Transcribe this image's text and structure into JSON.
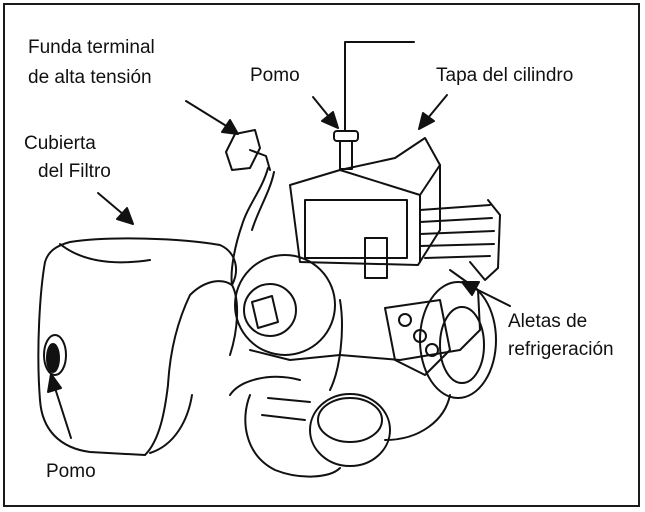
{
  "labels": {
    "boot": [
      "Funda terminal",
      "de alta tensión"
    ],
    "knob_top": "Pomo",
    "cylinder_cover": "Tapa del cilindro",
    "filter_cover": [
      "Cubierta",
      "del Filtro"
    ],
    "cooling_fins": [
      "Aletas de",
      "refrigeración"
    ],
    "knob_bottom": "Pomo"
  },
  "colors": {
    "line": "#111111",
    "background": "#ffffff"
  }
}
